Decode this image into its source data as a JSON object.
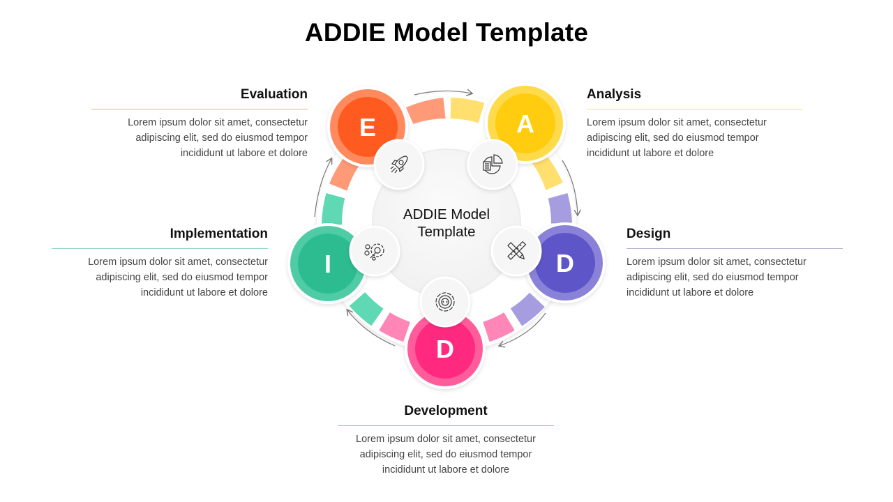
{
  "title": "ADDIE Model Template",
  "center_label": {
    "line1": "ADDIE Model",
    "line2": "Template"
  },
  "phases": [
    {
      "key": "evaluation",
      "letter": "E",
      "heading": "Evaluation",
      "color": "#FF5A1F",
      "light": "#FF9A78",
      "rule": "#F2A98F",
      "icon": "rocket-icon",
      "body": [
        "Lorem ipsum dolor sit amet, consectetur",
        "adipiscing elit, sed do eiusmod tempor",
        "incididunt ut labore et dolore"
      ]
    },
    {
      "key": "analysis",
      "letter": "A",
      "heading": "Analysis",
      "color": "#FFCC0F",
      "light": "#FFDF6E",
      "rule": "#F8DE8A",
      "icon": "pie-chart-report-icon",
      "body": [
        "Lorem ipsum dolor sit amet, consectetur",
        "adipiscing elit, sed do eiusmod tempor",
        "incididunt ut labore et dolore"
      ]
    },
    {
      "key": "design",
      "letter": "D",
      "heading": "Design",
      "color": "#5E55C8",
      "light": "#A69DE0",
      "rule": "#B4AFCF",
      "icon": "ruler-pencil-icon",
      "body": [
        "Lorem ipsum dolor sit amet, consectetur",
        "adipiscing elit, sed do eiusmod tempor",
        "incididunt ut labore et dolore"
      ]
    },
    {
      "key": "development",
      "letter": "D",
      "heading": "Development",
      "color": "#FF2A7F",
      "light": "#FF86B6",
      "rule": "#E7A7C8",
      "icon": "code-gear-icon",
      "body": [
        "Lorem ipsum dolor sit amet, consectetur",
        "adipiscing elit, sed do eiusmod tempor",
        "incididunt ut labore et dolore"
      ]
    },
    {
      "key": "implementation",
      "letter": "I",
      "heading": "Implementation",
      "color": "#2DBB90",
      "light": "#5FD8B4",
      "rule": "#8ED8C5",
      "icon": "gears-wrench-icon",
      "body": [
        "Lorem ipsum dolor sit amet, consectetur",
        "adipiscing elit, sed do eiusmod tempor",
        "incididunt ut labore et dolore"
      ]
    }
  ]
}
